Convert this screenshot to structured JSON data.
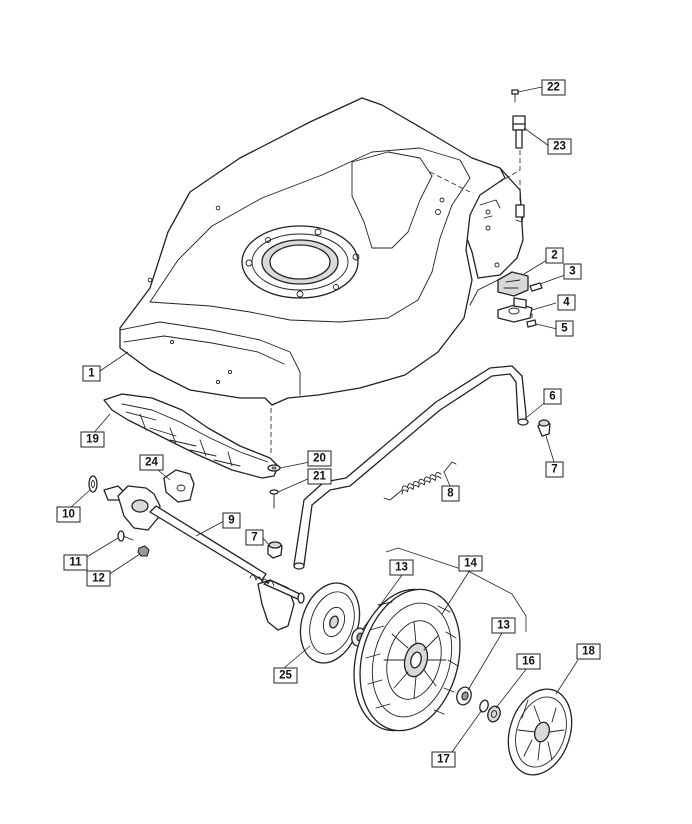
{
  "diagram": {
    "parts": [
      {
        "id": "p1",
        "label": "1",
        "name": "deck"
      },
      {
        "id": "p2",
        "label": "2",
        "name": "bracket"
      },
      {
        "id": "p3",
        "label": "3",
        "name": "screw"
      },
      {
        "id": "p4",
        "label": "4",
        "name": "clamp"
      },
      {
        "id": "p5",
        "label": "5",
        "name": "screw"
      },
      {
        "id": "p6",
        "label": "6",
        "name": "height-adjust-lever"
      },
      {
        "id": "p7a",
        "label": "7",
        "name": "bushing"
      },
      {
        "id": "p7b",
        "label": "7",
        "name": "bushing"
      },
      {
        "id": "p8",
        "label": "8",
        "name": "spring"
      },
      {
        "id": "p9",
        "label": "9",
        "name": "axle"
      },
      {
        "id": "p10",
        "label": "10",
        "name": "washer"
      },
      {
        "id": "p11",
        "label": "11",
        "name": "bolt"
      },
      {
        "id": "p12",
        "label": "12",
        "name": "nut"
      },
      {
        "id": "p13a",
        "label": "13",
        "name": "bearing"
      },
      {
        "id": "p13b",
        "label": "13",
        "name": "bearing"
      },
      {
        "id": "p14",
        "label": "14",
        "name": "wheel-assembly"
      },
      {
        "id": "p16",
        "label": "16",
        "name": "washer"
      },
      {
        "id": "p17",
        "label": "17",
        "name": "washer"
      },
      {
        "id": "p18",
        "label": "18",
        "name": "hub-cap"
      },
      {
        "id": "p19",
        "label": "19",
        "name": "front-cover"
      },
      {
        "id": "p20",
        "label": "20",
        "name": "washer"
      },
      {
        "id": "p21",
        "label": "21",
        "name": "screw"
      },
      {
        "id": "p22",
        "label": "22",
        "name": "screw"
      },
      {
        "id": "p23",
        "label": "23",
        "name": "pin"
      },
      {
        "id": "p24",
        "label": "24",
        "name": "bracket"
      },
      {
        "id": "p25",
        "label": "25",
        "name": "wheel-disc"
      }
    ]
  }
}
